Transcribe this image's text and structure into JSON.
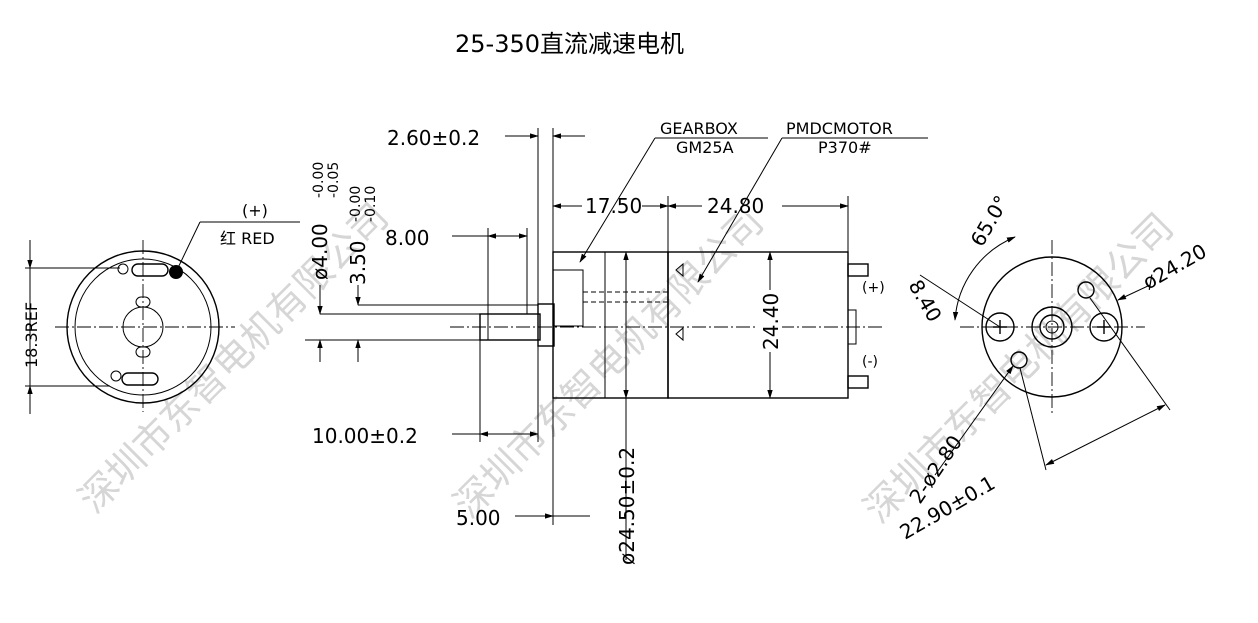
{
  "title": "25-350直流减速电机",
  "watermark": "深圳市东智电机有限公司",
  "left_view": {
    "polarity_plus": "(+)",
    "red_label": "红 RED",
    "ref_dim": "18.3REF"
  },
  "side_view": {
    "dim_flat": "2.60±0.2",
    "dim_shaft_dia": "ø4.00",
    "tol_shaft_upper": "-0.00",
    "tol_shaft_lower": "-0.05",
    "dim_flat_width": "3.50",
    "tol_flat_upper": "-0.00",
    "tol_flat_lower": "-0.10",
    "dim_8": "8.00",
    "dim_10": "10.00±0.2",
    "dim_5": "5.00",
    "dim_gearbox_len": "17.50",
    "dim_motor_len": "24.80",
    "dim_motor_dia": "24.40",
    "dim_gearbox_dia": "ø24.50±0.2",
    "gearbox_label": "GEARBOX",
    "gearbox_model": "GM25A",
    "motor_label": "PMDCMOTOR",
    "motor_model": "P370#",
    "term_plus": "(+)",
    "term_minus": "(-)"
  },
  "right_view": {
    "angle": "65.0°",
    "dim_840": "8.40",
    "dim_dia": "ø24.20",
    "dim_holes": "2-ø2.80",
    "dim_center": "22.90±0.1"
  }
}
